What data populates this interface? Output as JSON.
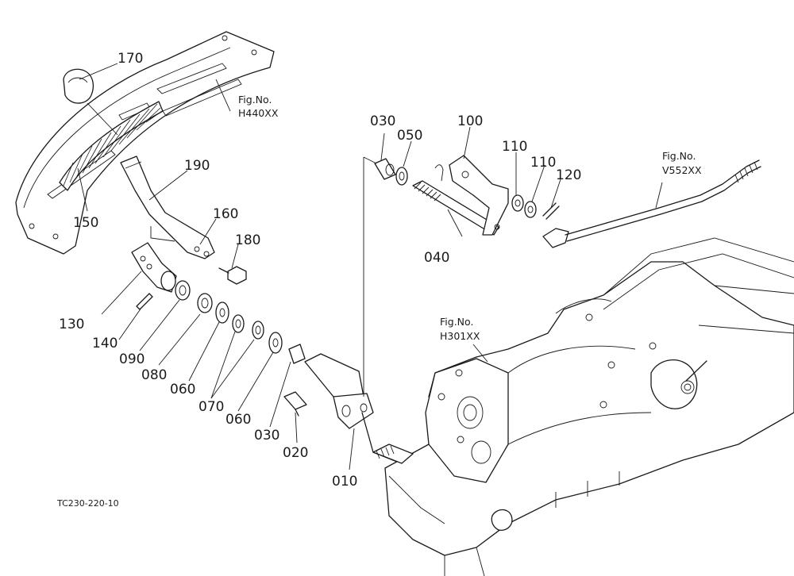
{
  "figure_code": "TC230-220-10",
  "part_labels": {
    "p170": "170",
    "p190": "190",
    "p160": "160",
    "p180": "180",
    "p150": "150",
    "p130": "130",
    "p140": "140",
    "p090": "090",
    "p080": "080",
    "p060a": "060",
    "p070": "070",
    "p060b": "060",
    "p030a": "030",
    "p020": "020",
    "p010": "010",
    "p030b": "030",
    "p050": "050",
    "p100": "100",
    "p040": "040",
    "p110a": "110",
    "p110b": "110",
    "p120": "120"
  },
  "fig_refs": {
    "h440": {
      "line1": "Fig.No.",
      "line2": "H440XX"
    },
    "v552": {
      "line1": "Fig.No.",
      "line2": "V552XX"
    },
    "h301": {
      "line1": "Fig.No.",
      "line2": "H301XX"
    }
  }
}
